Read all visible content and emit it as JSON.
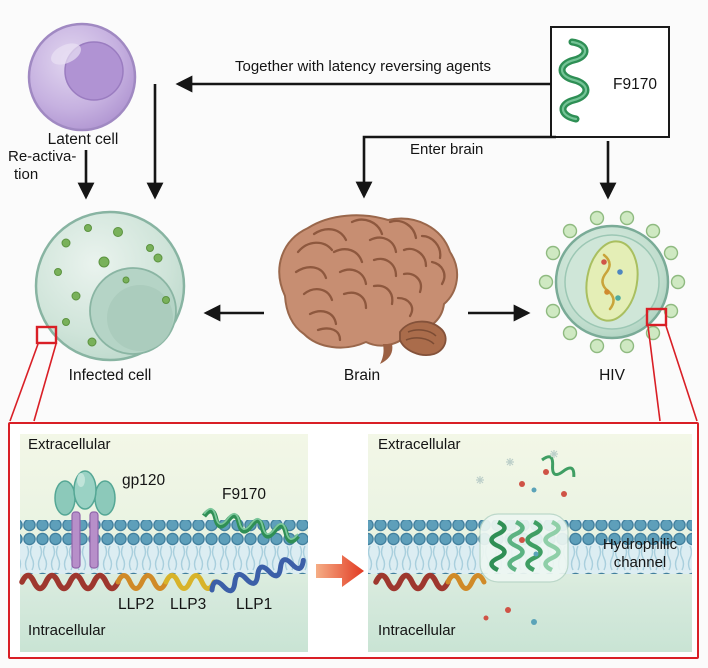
{
  "labels": {
    "latent_cell": "Latent cell",
    "reactivation_line1": "Re-activa-",
    "reactivation_line2": "tion",
    "infected_cell": "Infected cell",
    "brain": "Brain",
    "hiv": "HIV",
    "f9170_box": "F9170",
    "lra_arrow": "Together with latency reversing agents",
    "enter_brain": "Enter brain"
  },
  "zoom_left": {
    "extracellular": "Extracellular",
    "intracellular": "Intracellular",
    "gp120": "gp120",
    "f9170": "F9170",
    "llp2": "LLP2",
    "llp3": "LLP3",
    "llp1": "LLP1"
  },
  "zoom_right": {
    "extracellular": "Extracellular",
    "intracellular": "Intracellular",
    "channel_line1": "Hydrophilic",
    "channel_line2": "channel"
  },
  "colors": {
    "highlight_red": "#d91f26",
    "arrow_black": "#151515",
    "membrane_blue": "#5e9fba",
    "helix_green": "#2f8f55",
    "latent_cell_purple": "#b99bd6",
    "infected_cell_teal": "#cfe4d9",
    "hiv_green": "#b9d9c9",
    "brain_brown": "#c78e72"
  }
}
